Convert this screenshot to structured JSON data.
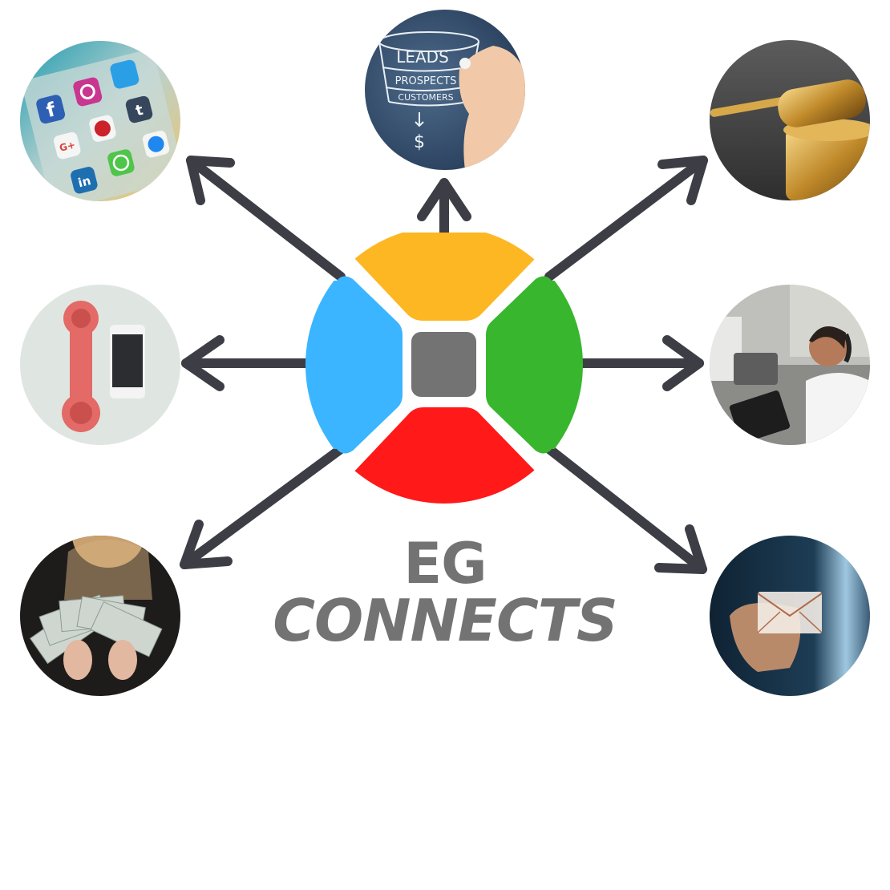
{
  "brand": {
    "line1": "EG",
    "line2": "CONNECTS",
    "text_color": "#737373"
  },
  "logo": {
    "segments": [
      {
        "position": "top",
        "color": "#FDB722"
      },
      {
        "position": "left",
        "color": "#3BB5FF"
      },
      {
        "position": "right",
        "color": "#38B62E"
      },
      {
        "position": "bottom",
        "color": "#FF1919"
      }
    ],
    "center_color": "#737373"
  },
  "arrow_color": "#3D3E45",
  "nodes": [
    {
      "id": "social-media",
      "position": "top-left",
      "description": "Social media app icons",
      "apps": [
        "Facebook",
        "Instagram",
        "Twitter",
        "Google+",
        "Pinterest",
        "Tumblr",
        "LinkedIn",
        "WhatsApp",
        "Messenger"
      ]
    },
    {
      "id": "sales-funnel",
      "position": "top-center",
      "description": "Sales funnel drawn on board",
      "funnel_labels": [
        "LEADS",
        "PROSPECTS",
        "CUSTOMERS",
        "$"
      ]
    },
    {
      "id": "legal-gavel",
      "position": "top-right",
      "description": "Golden judge gavel"
    },
    {
      "id": "phones",
      "position": "middle-left",
      "description": "Retro handset and smartphone"
    },
    {
      "id": "call-center",
      "position": "middle-right",
      "description": "Call center agent with headset"
    },
    {
      "id": "money",
      "position": "bottom-left",
      "description": "Woman holding fan of dollar bills"
    },
    {
      "id": "email",
      "position": "bottom-right",
      "description": "Hand pressing email envelope icon"
    }
  ]
}
